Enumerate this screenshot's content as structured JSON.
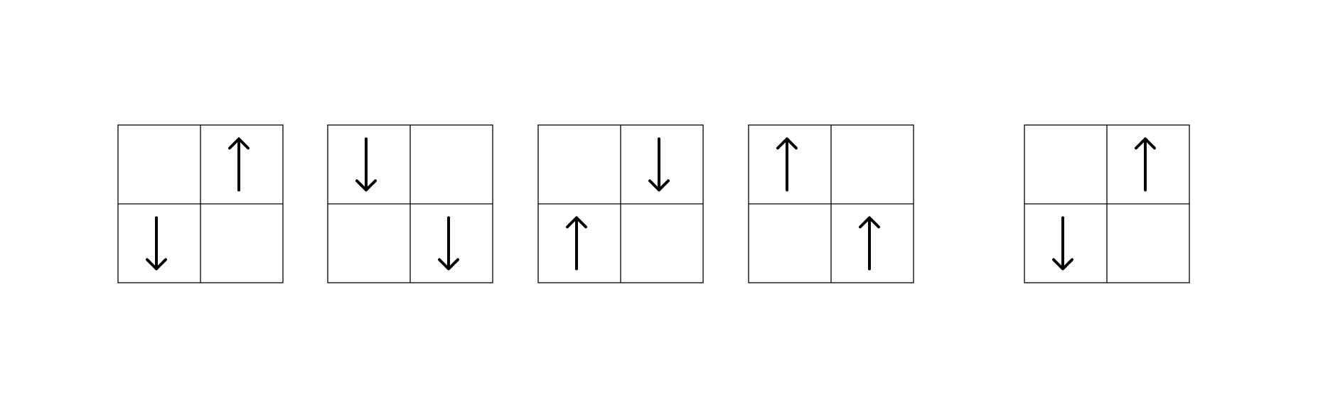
{
  "diagram": {
    "colors": {
      "background": "#ffffff",
      "line": "#000000",
      "arrow": "#000000"
    },
    "panels": [
      {
        "name": "panel-1",
        "cells": [
          [
            "empty",
            "up"
          ],
          [
            "down",
            "empty"
          ]
        ]
      },
      {
        "name": "panel-2",
        "cells": [
          [
            "down",
            "empty"
          ],
          [
            "empty",
            "down"
          ]
        ]
      },
      {
        "name": "panel-3",
        "cells": [
          [
            "empty",
            "down"
          ],
          [
            "up",
            "empty"
          ]
        ]
      },
      {
        "name": "panel-4",
        "cells": [
          [
            "up",
            "empty"
          ],
          [
            "empty",
            "up"
          ]
        ]
      },
      {
        "name": "panel-5",
        "cells": [
          [
            "empty",
            "up"
          ],
          [
            "down",
            "empty"
          ]
        ]
      }
    ]
  }
}
